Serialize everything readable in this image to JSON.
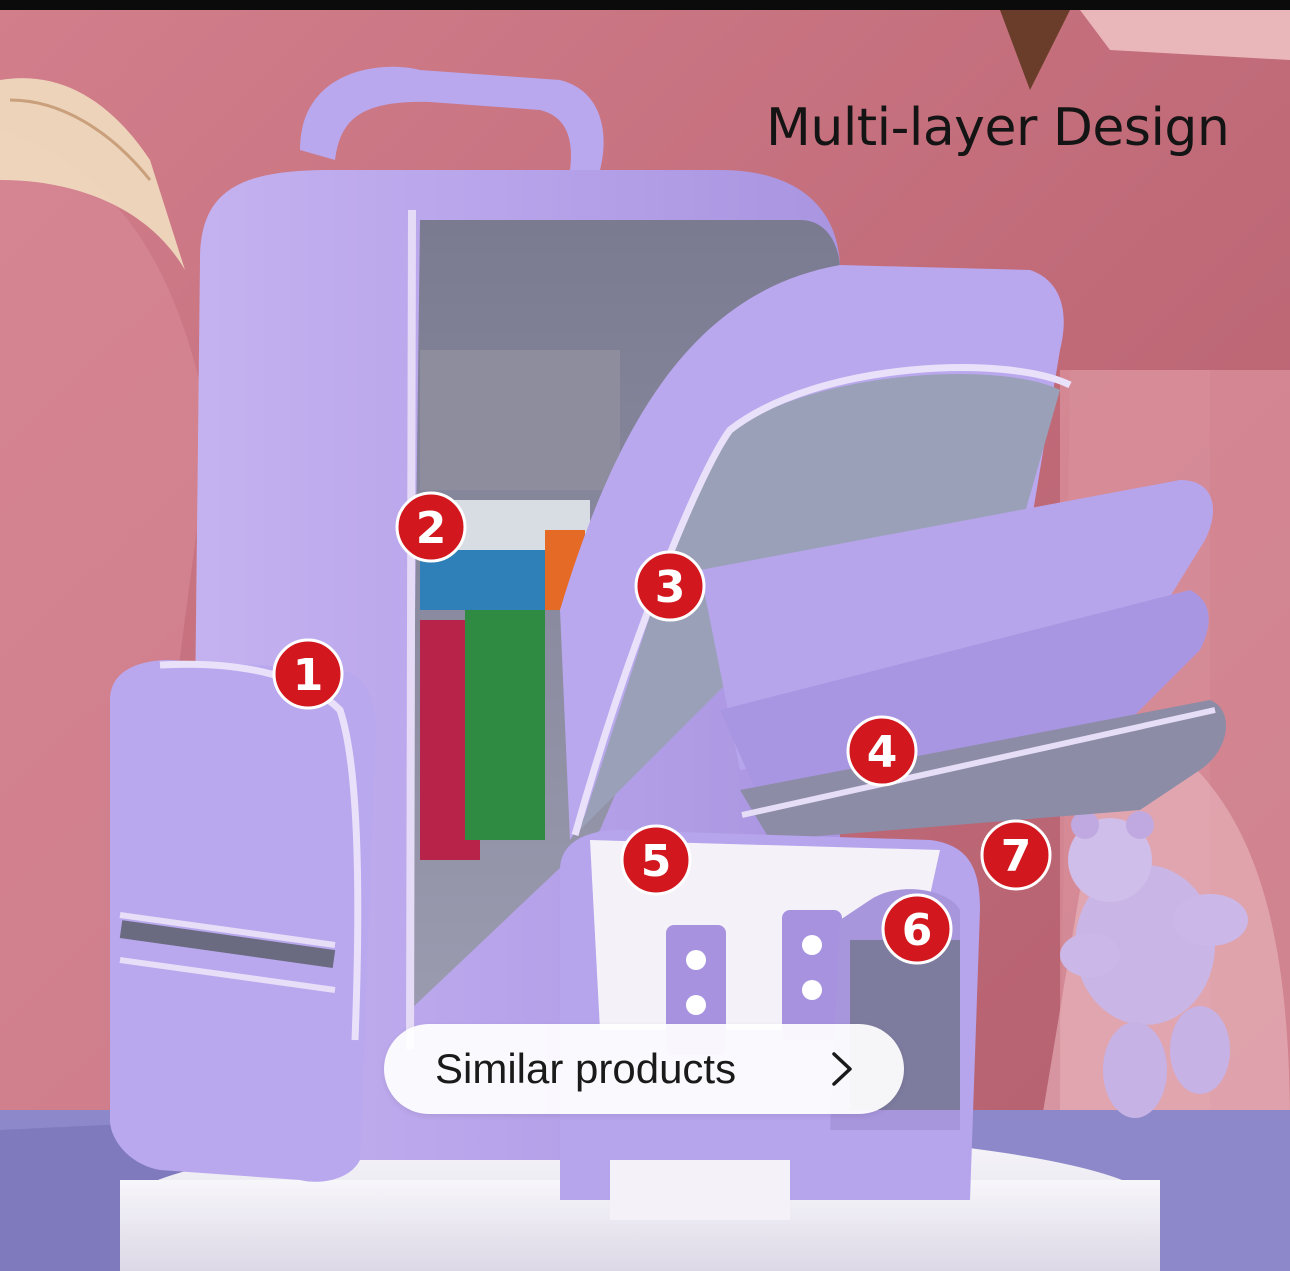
{
  "headline": "Multi-layer Design",
  "badges": [
    {
      "id": "1",
      "label": "1"
    },
    {
      "id": "2",
      "label": "2"
    },
    {
      "id": "3",
      "label": "3"
    },
    {
      "id": "4",
      "label": "4"
    },
    {
      "id": "5",
      "label": "5"
    },
    {
      "id": "6",
      "label": "6"
    },
    {
      "id": "7",
      "label": "7"
    }
  ],
  "similar": {
    "label": "Similar products",
    "icon": "chevron-right-icon"
  },
  "colors": {
    "background_pink": "#c9727f",
    "bag_purple": "#b9a6ea",
    "badge_red": "#d2181e",
    "pedestal_white": "#f1eff6"
  }
}
